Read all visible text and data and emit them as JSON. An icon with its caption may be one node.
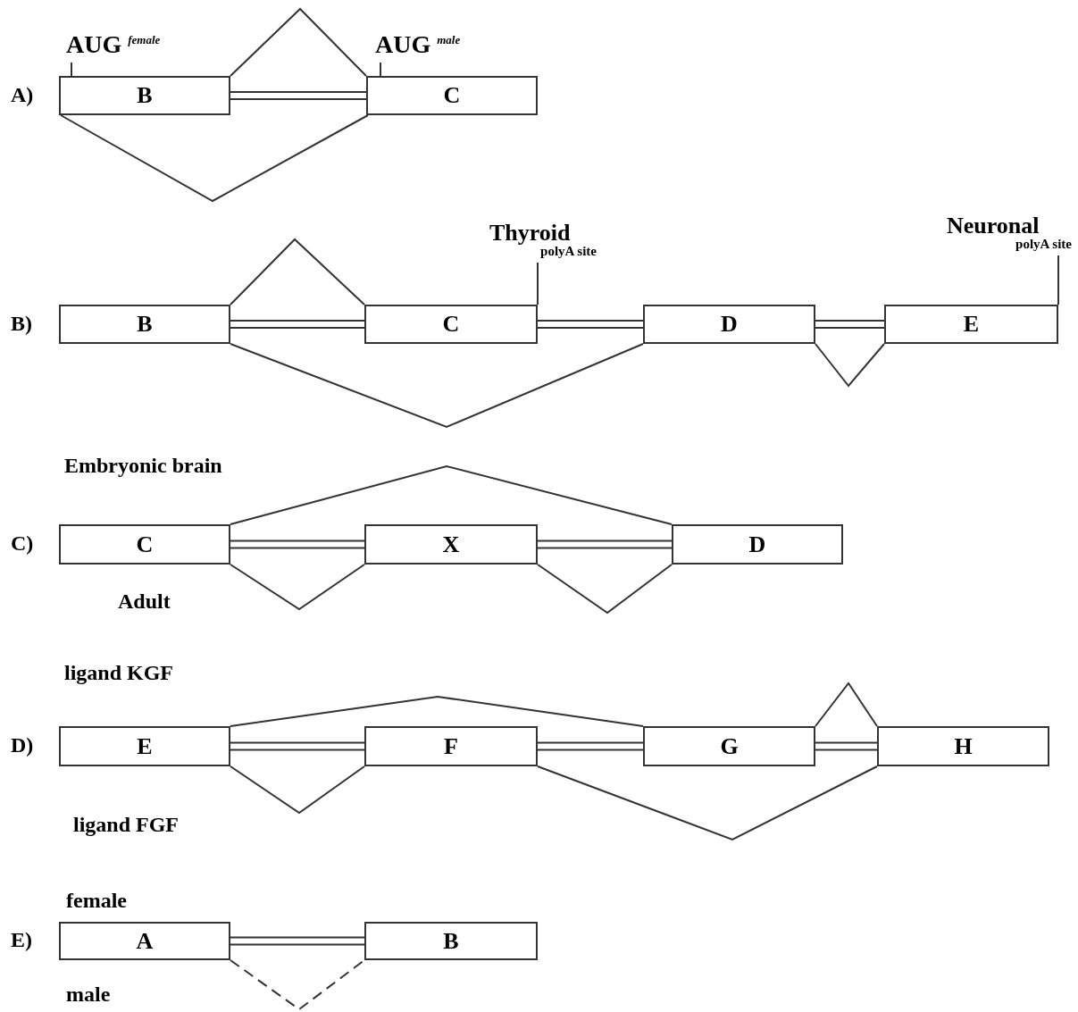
{
  "diagram": {
    "nodes": [
      {
        "text": [
          "AUG $^{female}$"
        ]
      },
      {
        "text": [
          "B"
        ]
      },
      {
        "text": [
          "AUG $^{male}$"
        ]
      },
      {
        "text": [
          "C"
        ]
      },
      {
        "text": [
          "B"
        ]
      },
      {
        "text": [
          "Thyroid",
          "polyA site"
        ]
      },
      {
        "text": [
          "C"
        ]
      },
      {
        "text": [
          "D"
        ]
      },
      {
        "text": [
          "Neuronal",
          "polyA site"
        ]
      },
      {
        "text": [
          "E"
        ]
      },
      {
        "text": [
          "C"
        ]
      },
      {
        "text": [
          "X"
        ]
      },
      {
        "text": [
          "D"
        ]
      },
      {
        "text": [
          "E"
        ]
      },
      {
        "text": [
          "F"
        ]
      },
      {
        "text": [
          "G"
        ]
      },
      {
        "text": [
          "H"
        ]
      },
      {
        "text": [
          "A"
        ]
      },
      {
        "text": [
          "B"
        ]
      }
    ],
    "edges": [
      {
        "from": 1,
        "to": 3,
        "arrow": "none"
      },
      {
        "from": 1,
        "to": 3,
        "arrow": "none"
      },
      {
        "from": 0,
        "to": 1,
        "arrow": "none"
      },
      {
        "from": 2,
        "to": 3,
        "arrow": "none"
      },
      {
        "from": 4,
        "to": 6,
        "arrow": "none"
      },
      {
        "from": 4,
        "to": 7,
        "arrow": "none"
      },
      {
        "from": 7,
        "to": 9,
        "arrow": "none"
      },
      {
        "from": 5,
        "to": 6,
        "arrow": "none"
      },
      {
        "from": 8,
        "to": 9,
        "arrow": "none"
      },
      {
        "from": 10,
        "to": 12,
        "arrow": "none"
      },
      {
        "from": 10,
        "to": 11,
        "arrow": "none"
      },
      {
        "from": 11,
        "to": 12,
        "arrow": "none"
      },
      {
        "from": 13,
        "to": 15,
        "arrow": "none"
      },
      {
        "from": 13,
        "to": 14,
        "arrow": "none"
      },
      {
        "from": 14,
        "to": 16,
        "arrow": "none"
      },
      {
        "from": 15,
        "to": 16,
        "arrow": "none"
      },
      {
        "from": 17,
        "to": 18,
        "arrow": "none",
        "style": "dashed"
      },
      {
        "from": 1,
        "to": 3,
        "arrow": "none"
      },
      {
        "from": 4,
        "to": 6,
        "arrow": "none"
      },
      {
        "from": 6,
        "to": 7,
        "arrow": "none"
      },
      {
        "from": 7,
        "to": 9,
        "arrow": "none"
      },
      {
        "from": 10,
        "to": 11,
        "arrow": "none"
      },
      {
        "from": 11,
        "to": 12,
        "arrow": "none"
      },
      {
        "from": 13,
        "to": 14,
        "arrow": "none"
      },
      {
        "from": 14,
        "to": 15,
        "arrow": "none"
      },
      {
        "from": 15,
        "to": 16,
        "arrow": "none"
      },
      {
        "from": 17,
        "to": 18,
        "arrow": "none"
      }
    ],
    "labels": [
      "A)",
      "B)",
      "Embryonic brain",
      "C)",
      "Adult",
      "ligand KGF",
      "D)",
      "ligand FGF",
      "female",
      "E)",
      "male"
    ]
  }
}
